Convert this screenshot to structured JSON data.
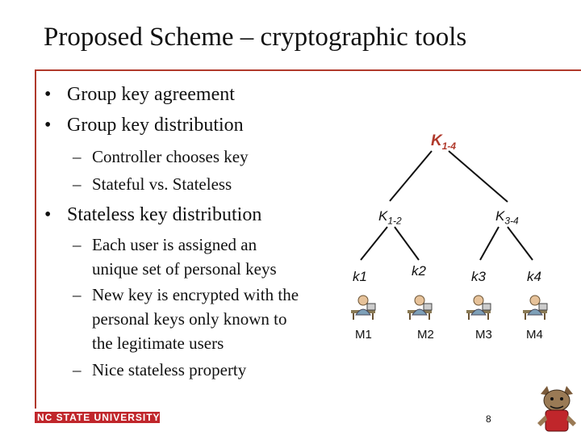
{
  "slide": {
    "title": "Proposed Scheme – cryptographic tools",
    "bullets": [
      {
        "text": "Group key agreement"
      },
      {
        "text": "Group key distribution"
      },
      {
        "text": "Stateless key distribution"
      }
    ],
    "sub_bullets_distribution": [
      {
        "text": "Controller chooses key"
      },
      {
        "text": "Stateful vs. Stateless"
      }
    ],
    "sub_bullets_stateless": [
      {
        "lines": [
          "Each user is assigned an",
          "unique set of personal keys"
        ]
      },
      {
        "lines": [
          "New key is encrypted with the",
          "personal keys only known to",
          "the legitimate users"
        ]
      },
      {
        "lines": [
          "Nice stateless property"
        ]
      }
    ],
    "bullet_marker": "•",
    "sub_marker": "–"
  },
  "tree": {
    "root": {
      "base": "K",
      "sub": "1-4"
    },
    "mid_left": {
      "base": "K",
      "sub": "1-2"
    },
    "mid_right": {
      "base": "K",
      "sub": "3-4"
    },
    "leaves": [
      "k1",
      "k2",
      "k3",
      "k4"
    ],
    "members": [
      "M1",
      "M2",
      "M3",
      "M4"
    ],
    "accent_color": "#b0392b"
  },
  "footer": {
    "university": "NC STATE UNIVERSITY",
    "page_number": "8",
    "brand_color": "#c0262b"
  }
}
